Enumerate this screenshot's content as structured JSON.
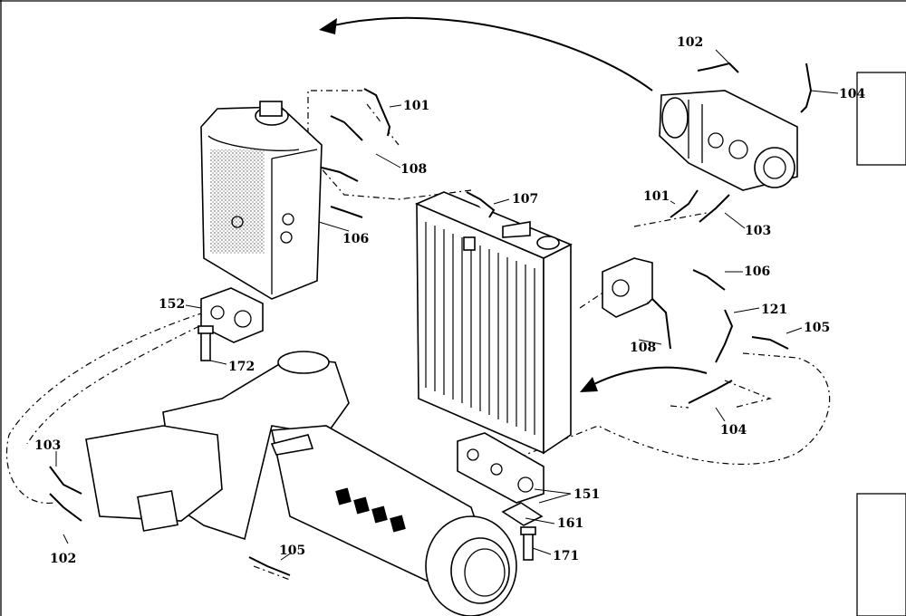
{
  "diagram": {
    "labels": [
      {
        "id": "101",
        "text": "101"
      },
      {
        "id": "108a",
        "text": "108"
      },
      {
        "id": "106a",
        "text": "106"
      },
      {
        "id": "107",
        "text": "107"
      },
      {
        "id": "102a",
        "text": "102"
      },
      {
        "id": "104a",
        "text": "104"
      },
      {
        "id": "101b",
        "text": "101"
      },
      {
        "id": "103a",
        "text": "103"
      },
      {
        "id": "106b",
        "text": "106"
      },
      {
        "id": "121",
        "text": "121"
      },
      {
        "id": "105a",
        "text": "105"
      },
      {
        "id": "108b",
        "text": "108"
      },
      {
        "id": "104b",
        "text": "104"
      },
      {
        "id": "152",
        "text": "152"
      },
      {
        "id": "172",
        "text": "172"
      },
      {
        "id": "103b",
        "text": "103"
      },
      {
        "id": "102b",
        "text": "102"
      },
      {
        "id": "105b",
        "text": "105"
      },
      {
        "id": "151",
        "text": "151"
      },
      {
        "id": "161",
        "text": "161"
      },
      {
        "id": "171",
        "text": "171"
      }
    ]
  }
}
